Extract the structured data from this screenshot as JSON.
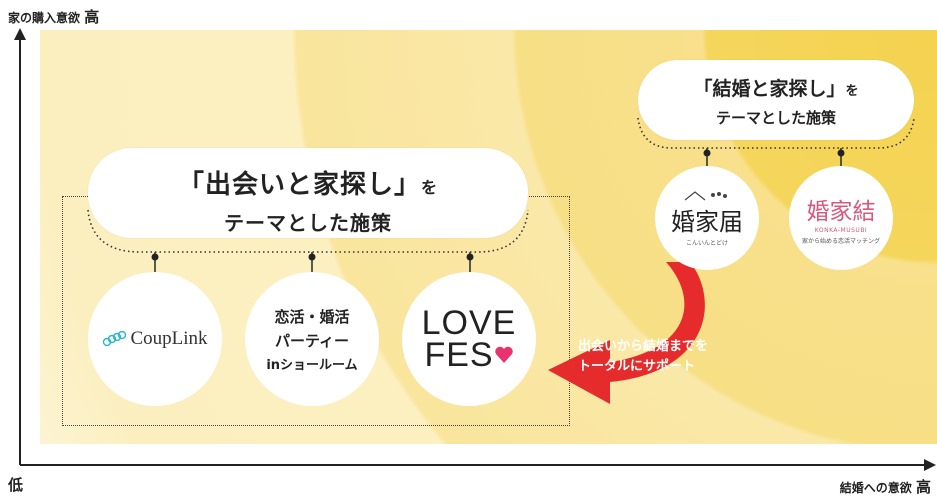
{
  "axes": {
    "y_label": "家の購入意欲",
    "y_high": "高",
    "x_low": "低",
    "x_label": "結婚への意欲",
    "x_high": "高"
  },
  "left_group": {
    "heading_line1": "「出会いと家探し」",
    "heading_suffix": "を",
    "heading_line2": "テーマとした施策",
    "items": [
      {
        "label": "CoupLink"
      },
      {
        "label_line1": "恋活・婚活",
        "label_line2": "パーティー",
        "label_line3": "inショールーム"
      },
      {
        "label_line1": "LOVE",
        "label_line2": "FES",
        "badge": "LOVE FES"
      }
    ]
  },
  "right_group": {
    "heading_line1": "「結婚と家探し」",
    "heading_suffix": "を",
    "heading_line2": "テーマとした施策",
    "items": [
      {
        "label": "婚家届",
        "subtext": "こんいんとどけ"
      },
      {
        "label": "婚家結",
        "subtext_top": "KONKA-MUSUBI",
        "subtext": "家から始める恋活マッチング"
      }
    ]
  },
  "arrow": {
    "line1": "出会いから結婚までを",
    "line2": "トータルにサポート"
  },
  "colors": {
    "accent_red": "#e52b2b",
    "yellow_core": "#f5d24f",
    "yellow_light": "#fdf4d4",
    "couplink_teal": "#2bb5c9",
    "lovefes_pink": "#e8336e",
    "konka_pink": "#d9577a"
  }
}
